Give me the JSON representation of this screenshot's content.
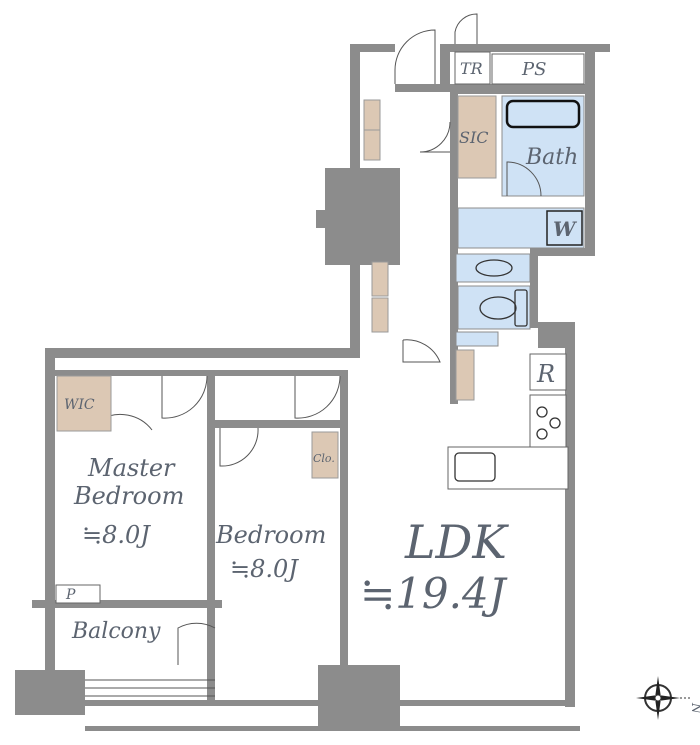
{
  "rooms": {
    "tr": "TR",
    "ps": "PS",
    "sic": "SIC",
    "bath": "Bath",
    "washer": "W",
    "fridge": "R",
    "closet": "Clo.",
    "wic": "WIC",
    "master_bedroom": {
      "line1": "Master",
      "line2": "Bedroom",
      "size": "≒8.0J"
    },
    "bedroom": {
      "name": "Bedroom",
      "size": "≒8.0J"
    },
    "ldk": {
      "name": "LDK",
      "size": "≒19.4J"
    },
    "pipe_space": "P",
    "balcony": "Balcony"
  },
  "compass": {
    "north_label": "N"
  },
  "colors": {
    "wall": "#8c8c8c",
    "wet_area": "#cfe2f5",
    "storage": "#dcc8b4",
    "text": "#5c6470"
  }
}
